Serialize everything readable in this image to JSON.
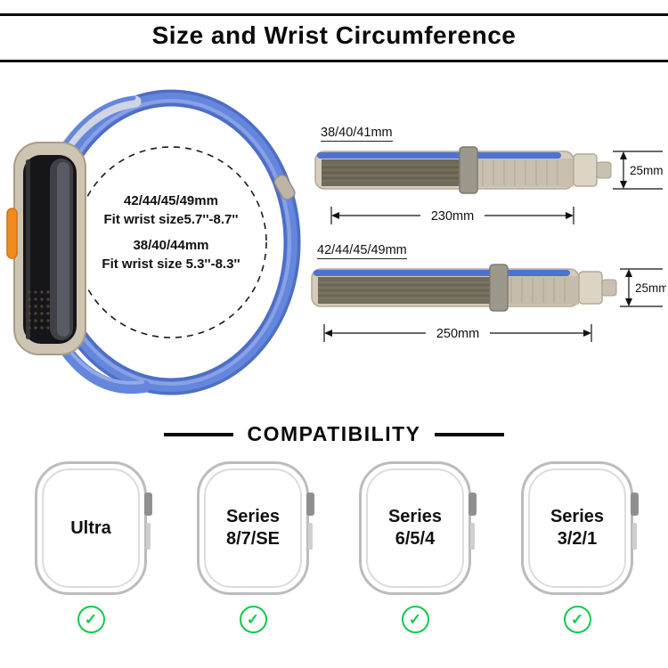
{
  "header": {
    "title": "Size and Wrist Circumference"
  },
  "size_guide": {
    "large": {
      "sizes": "42/44/45/49mm",
      "fit": "Fit wrist size5.7''-8.7''"
    },
    "small": {
      "sizes": "38/40/44mm",
      "fit": "Fit wrist size 5.3''-8.3''"
    }
  },
  "bands": [
    {
      "label": "38/40/41mm",
      "length": "230mm",
      "width": "25mm"
    },
    {
      "label": "42/44/45/49mm",
      "length": "250mm",
      "width": "25mm"
    }
  ],
  "compatibility": {
    "title": "COMPATIBILITY",
    "models": [
      {
        "line1": "Ultra",
        "line2": ""
      },
      {
        "line1": "Series",
        "line2": "8/7/SE"
      },
      {
        "line1": "Series",
        "line2": "6/5/4"
      },
      {
        "line1": "Series",
        "line2": "3/2/1"
      }
    ],
    "check": "✓"
  },
  "colors": {
    "band_blue": "#5b7cd6",
    "action_button_orange": "#f18b1f",
    "check_green": "#14c94e"
  }
}
